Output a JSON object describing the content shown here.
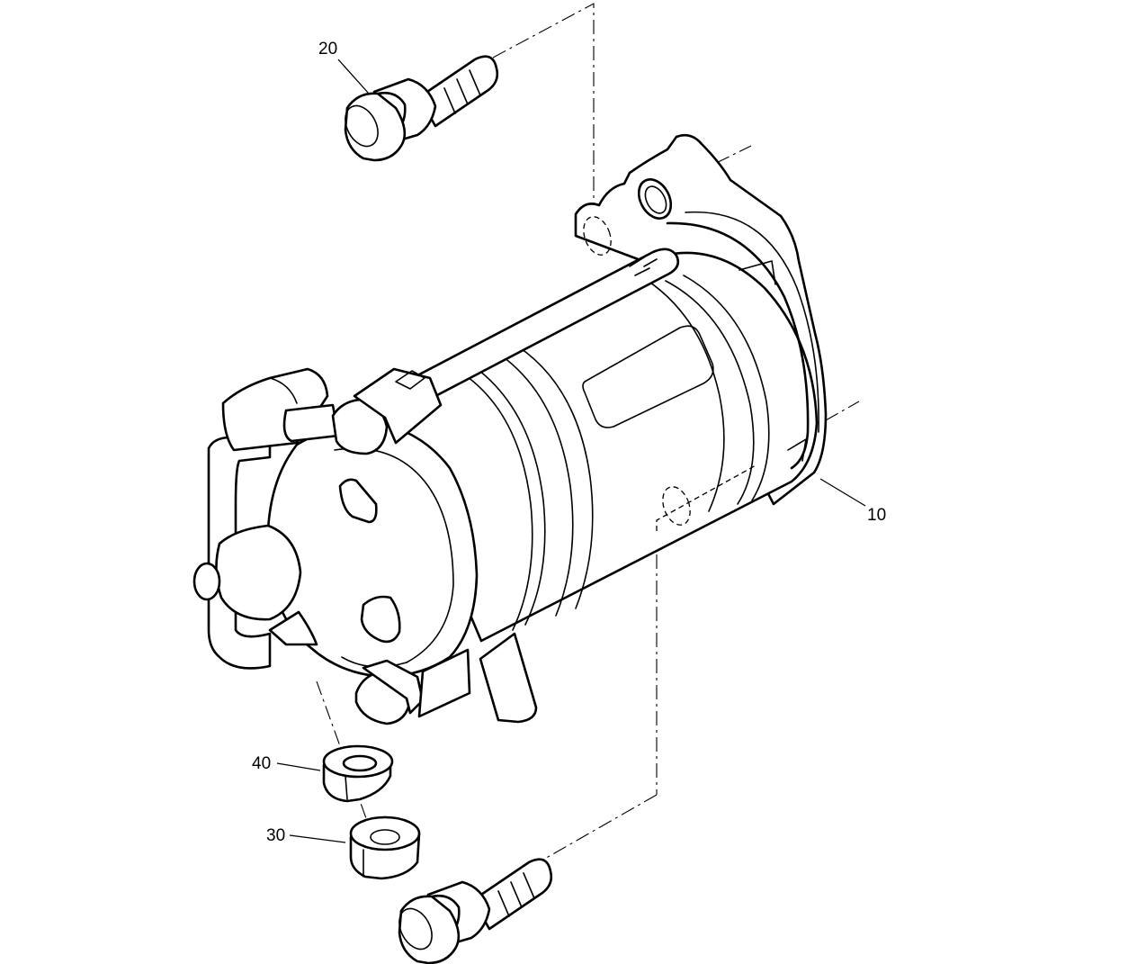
{
  "callouts": {
    "part_10": "10",
    "part_20": "20",
    "part_30": "30",
    "part_40": "40"
  }
}
